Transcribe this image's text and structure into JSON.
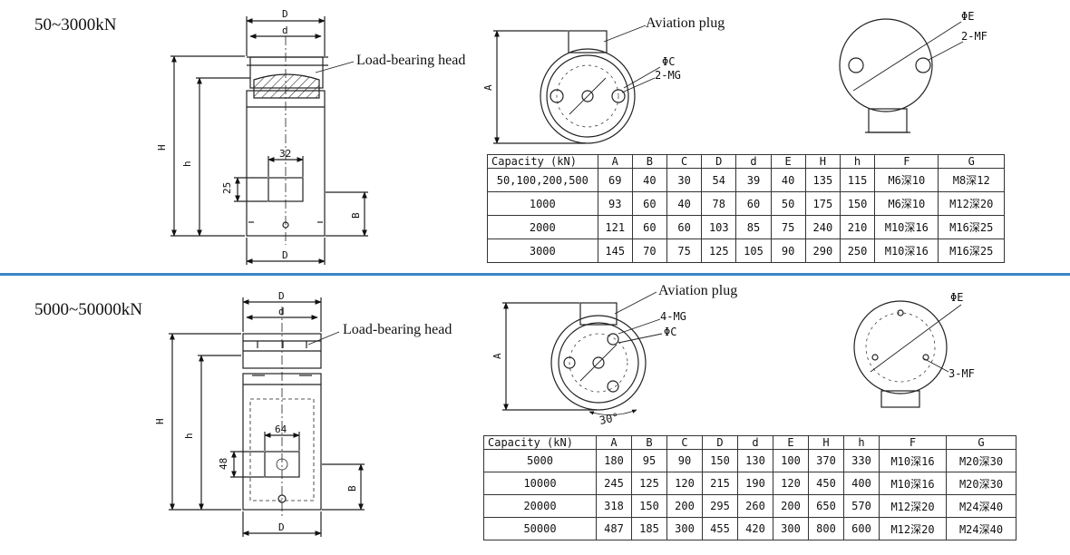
{
  "sections": [
    {
      "title": "50~3000kN",
      "labels": {
        "load_head": "Load-bearing head",
        "aviation_plug": "Aviation plug",
        "phi_c": "ΦC",
        "mg": "2-MG",
        "phi_e": "ΦE",
        "mf": "2-MF",
        "dim_D_top": "D",
        "dim_d": "d",
        "dim_H": "H",
        "dim_h": "h",
        "dim_32": "32",
        "dim_25": "25",
        "dim_B": "B",
        "dim_D_bottom": "D",
        "dim_A": "A"
      },
      "table": {
        "headers": [
          "Capacity (kN)",
          "A",
          "B",
          "C",
          "D",
          "d",
          "E",
          "H",
          "h",
          "F",
          "G"
        ],
        "rows": [
          [
            "50,100,200,500",
            "69",
            "40",
            "30",
            "54",
            "39",
            "40",
            "135",
            "115",
            "M6深10",
            "M8深12"
          ],
          [
            "1000",
            "93",
            "60",
            "40",
            "78",
            "60",
            "50",
            "175",
            "150",
            "M6深10",
            "M12深20"
          ],
          [
            "2000",
            "121",
            "60",
            "60",
            "103",
            "85",
            "75",
            "240",
            "210",
            "M10深16",
            "M16深25"
          ],
          [
            "3000",
            "145",
            "70",
            "75",
            "125",
            "105",
            "90",
            "290",
            "250",
            "M10深16",
            "M16深25"
          ]
        ]
      }
    },
    {
      "title": "5000~50000kN",
      "labels": {
        "load_head": "Load-bearing head",
        "aviation_plug": "Aviation plug",
        "phi_c": "ΦC",
        "mg": "4-MG",
        "phi_e": "ΦE",
        "mf": "3-MF",
        "angle": "30°",
        "dim_D_top": "D",
        "dim_d": "d",
        "dim_H": "H",
        "dim_h": "h",
        "dim_64": "64",
        "dim_48": "48",
        "dim_B": "B",
        "dim_D_bottom": "D",
        "dim_A": "A"
      },
      "table": {
        "headers": [
          "Capacity (kN)",
          "A",
          "B",
          "C",
          "D",
          "d",
          "E",
          "H",
          "h",
          "F",
          "G"
        ],
        "rows": [
          [
            "5000",
            "180",
            "95",
            "90",
            "150",
            "130",
            "100",
            "370",
            "330",
            "M10深16",
            "M20深30"
          ],
          [
            "10000",
            "245",
            "125",
            "120",
            "215",
            "190",
            "120",
            "450",
            "400",
            "M10深16",
            "M20深30"
          ],
          [
            "20000",
            "318",
            "150",
            "200",
            "295",
            "260",
            "200",
            "650",
            "570",
            "M12深20",
            "M24深40"
          ],
          [
            "50000",
            "487",
            "185",
            "300",
            "455",
            "420",
            "300",
            "800",
            "600",
            "M12深20",
            "M24深40"
          ]
        ]
      }
    }
  ],
  "colors": {
    "divider": "#3a86c8",
    "line": "#222222",
    "hatch": "#333333"
  }
}
